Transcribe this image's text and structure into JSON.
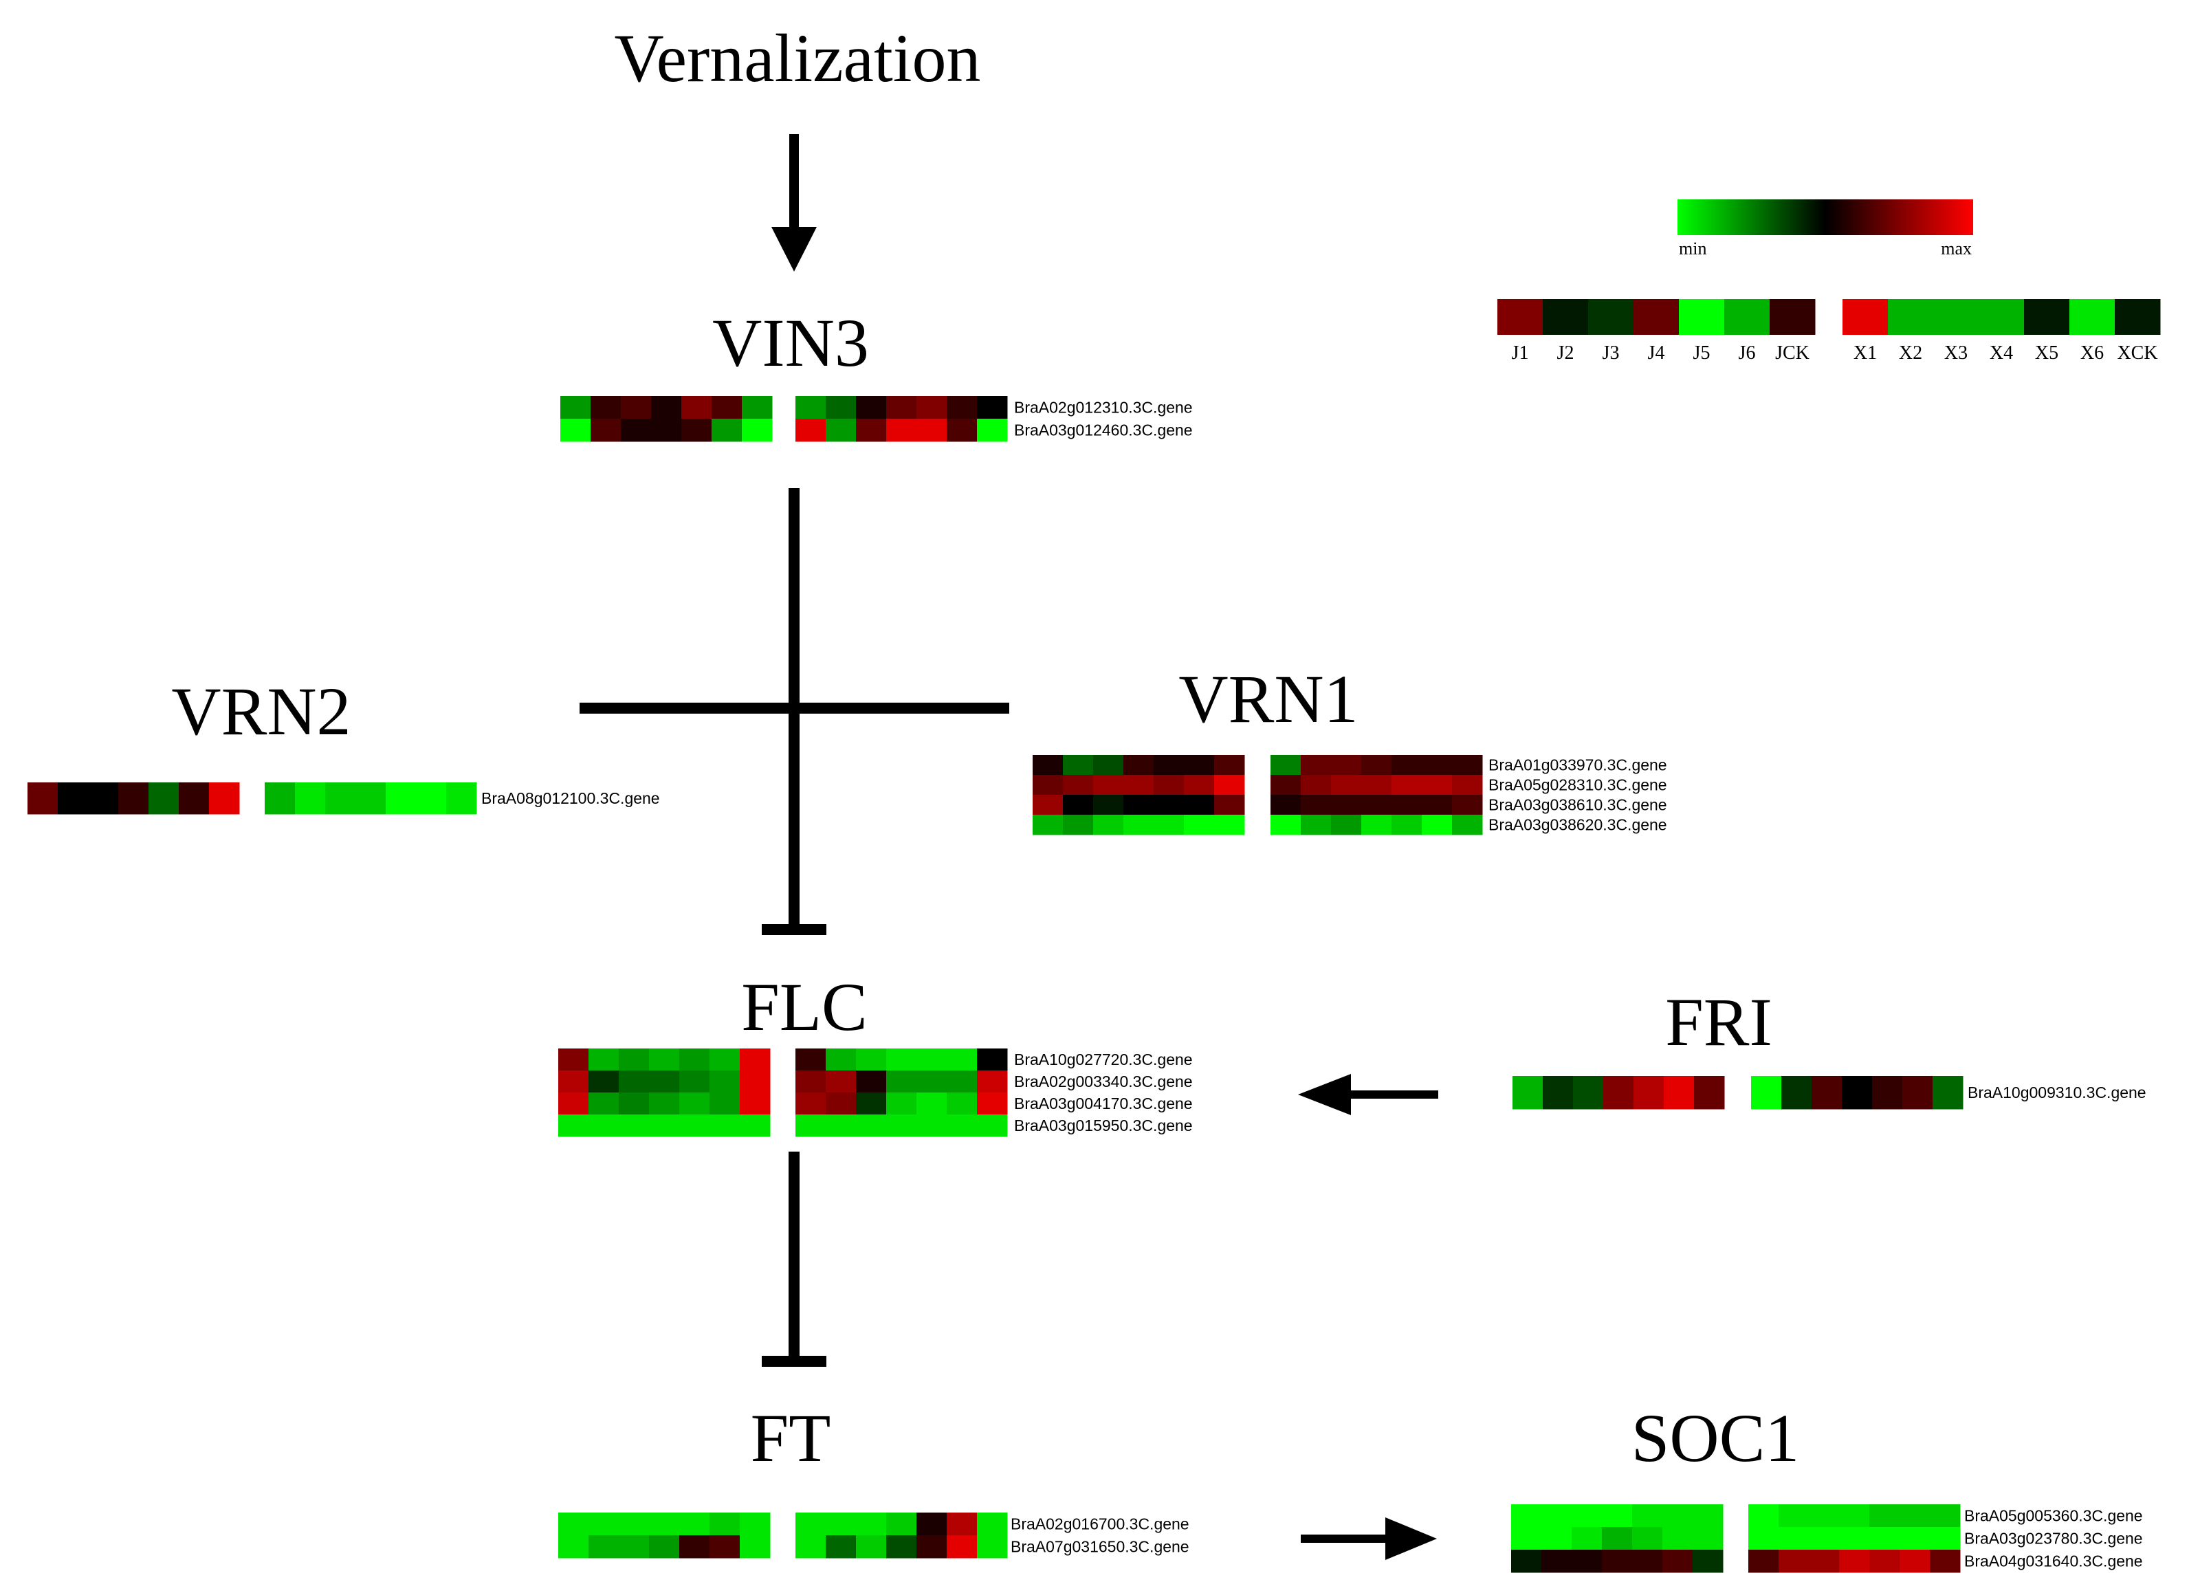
{
  "diagram": {
    "title": "Vernalization",
    "legend": {
      "min_label": "min",
      "max_label": "max"
    },
    "columns": {
      "j": [
        "J1",
        "J2",
        "J3",
        "J4",
        "J5",
        "J6",
        "JCK"
      ],
      "x": [
        "X1",
        "X2",
        "X3",
        "X4",
        "X5",
        "X6",
        "XCK"
      ]
    },
    "nodes": {
      "vin3": {
        "label": "VIN3",
        "genes": [
          "BraA02g012310.3C.gene",
          "BraA03g012460.3C.gene"
        ],
        "values": [
          [
            0.2,
            0.6,
            0.65,
            0.55,
            0.75,
            0.65,
            0.2,
            0.2,
            0.3,
            0.55,
            0.7,
            0.75,
            0.6,
            0.5
          ],
          [
            0.0,
            0.65,
            0.55,
            0.55,
            0.6,
            0.2,
            0.0,
            0.95,
            0.2,
            0.7,
            0.95,
            0.95,
            0.65,
            0.0
          ]
        ]
      },
      "vrn2": {
        "label": "VRN2",
        "genes": [
          "BraA08g012100.3C.gene"
        ],
        "values": [
          [
            0.7,
            0.5,
            0.5,
            0.6,
            0.3,
            0.6,
            0.95,
            0.15,
            0.05,
            0.1,
            0.1,
            0.0,
            0.0,
            0.05
          ]
        ]
      },
      "vrn1": {
        "label": "VRN1",
        "genes": [
          "BraA01g033970.3C.gene",
          "BraA05g028310.3C.gene",
          "BraA03g038610.3C.gene",
          "BraA03g038620.3C.gene"
        ],
        "values": [
          [
            0.55,
            0.3,
            0.35,
            0.6,
            0.55,
            0.55,
            0.65,
            0.25,
            0.7,
            0.7,
            0.65,
            0.6,
            0.6,
            0.6
          ],
          [
            0.7,
            0.75,
            0.8,
            0.8,
            0.75,
            0.8,
            0.95,
            0.65,
            0.75,
            0.8,
            0.8,
            0.85,
            0.85,
            0.8
          ],
          [
            0.8,
            0.5,
            0.45,
            0.5,
            0.5,
            0.5,
            0.7,
            0.55,
            0.6,
            0.6,
            0.6,
            0.6,
            0.6,
            0.65
          ],
          [
            0.15,
            0.2,
            0.1,
            0.05,
            0.05,
            0.0,
            0.0,
            0.0,
            0.15,
            0.2,
            0.05,
            0.1,
            0.0,
            0.15
          ]
        ]
      },
      "flc": {
        "label": "FLC",
        "genes": [
          "BraA10g027720.3C.gene",
          "BraA02g003340.3C.gene",
          "BraA03g004170.3C.gene",
          "BraA03g015950.3C.gene"
        ],
        "values": [
          [
            0.75,
            0.15,
            0.2,
            0.15,
            0.2,
            0.15,
            0.95,
            0.6,
            0.15,
            0.1,
            0.05,
            0.05,
            0.05,
            0.5
          ],
          [
            0.85,
            0.4,
            0.3,
            0.3,
            0.25,
            0.2,
            0.95,
            0.75,
            0.8,
            0.55,
            0.2,
            0.2,
            0.2,
            0.9
          ],
          [
            0.9,
            0.2,
            0.25,
            0.2,
            0.15,
            0.2,
            0.95,
            0.8,
            0.75,
            0.4,
            0.1,
            0.05,
            0.1,
            0.95
          ],
          [
            0.05,
            0.05,
            0.05,
            0.05,
            0.05,
            0.05,
            0.05,
            0.05,
            0.05,
            0.05,
            0.05,
            0.05,
            0.05,
            0.05
          ]
        ]
      },
      "fri": {
        "label": "FRI",
        "genes": [
          "BraA10g009310.3C.gene"
        ],
        "values": [
          [
            0.15,
            0.4,
            0.35,
            0.75,
            0.85,
            0.95,
            0.7,
            0.0,
            0.4,
            0.65,
            0.5,
            0.6,
            0.65,
            0.3
          ]
        ]
      },
      "ft": {
        "label": "FT",
        "genes": [
          "BraA02g016700.3C.gene",
          "BraA07g031650.3C.gene"
        ],
        "values": [
          [
            0.05,
            0.05,
            0.05,
            0.05,
            0.05,
            0.1,
            0.05,
            0.05,
            0.05,
            0.05,
            0.1,
            0.55,
            0.85,
            0.05
          ],
          [
            0.05,
            0.15,
            0.15,
            0.2,
            0.6,
            0.65,
            0.05,
            0.05,
            0.3,
            0.1,
            0.35,
            0.6,
            0.95,
            0.05
          ]
        ]
      },
      "soc1": {
        "label": "SOC1",
        "genes": [
          "BraA05g005360.3C.gene",
          "BraA03g023780.3C.gene",
          "BraA04g031640.3C.gene"
        ],
        "values": [
          [
            0.0,
            0.0,
            0.0,
            0.0,
            0.05,
            0.05,
            0.05,
            0.0,
            0.05,
            0.05,
            0.05,
            0.1,
            0.1,
            0.1
          ],
          [
            0.0,
            0.0,
            0.05,
            0.15,
            0.1,
            0.05,
            0.05,
            0.0,
            0.0,
            0.0,
            0.0,
            0.0,
            0.0,
            0.0
          ],
          [
            0.45,
            0.55,
            0.55,
            0.6,
            0.6,
            0.65,
            0.4,
            0.65,
            0.8,
            0.8,
            0.9,
            0.85,
            0.9,
            0.7
          ]
        ]
      }
    },
    "sample_bar": {
      "values": [
        0.75,
        0.45,
        0.4,
        0.7,
        0.0,
        0.15,
        0.6,
        0.95,
        0.15,
        0.15,
        0.15,
        0.45,
        0.05,
        0.45
      ]
    }
  }
}
